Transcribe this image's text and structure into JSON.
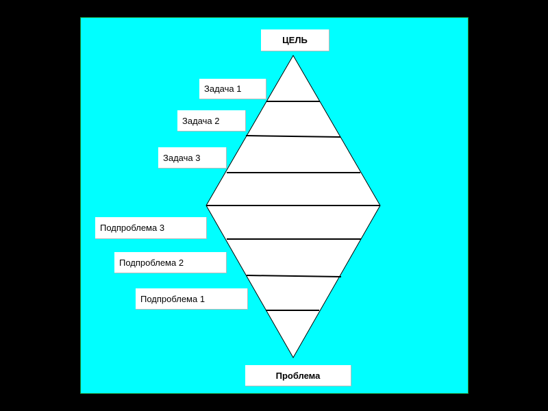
{
  "diagram": {
    "goal": "ЦЕЛЬ",
    "problem": "Проблема",
    "tasks": [
      "Задача 1",
      "Задача 2",
      "Задача 3"
    ],
    "subproblems": [
      "Подпроблема 3",
      "Подпроблема 2",
      "Подпроблема 1"
    ],
    "colors": {
      "background": "#000000",
      "slide": "#00ffff",
      "shape_fill": "#ffffff",
      "lines": "#000000"
    }
  }
}
